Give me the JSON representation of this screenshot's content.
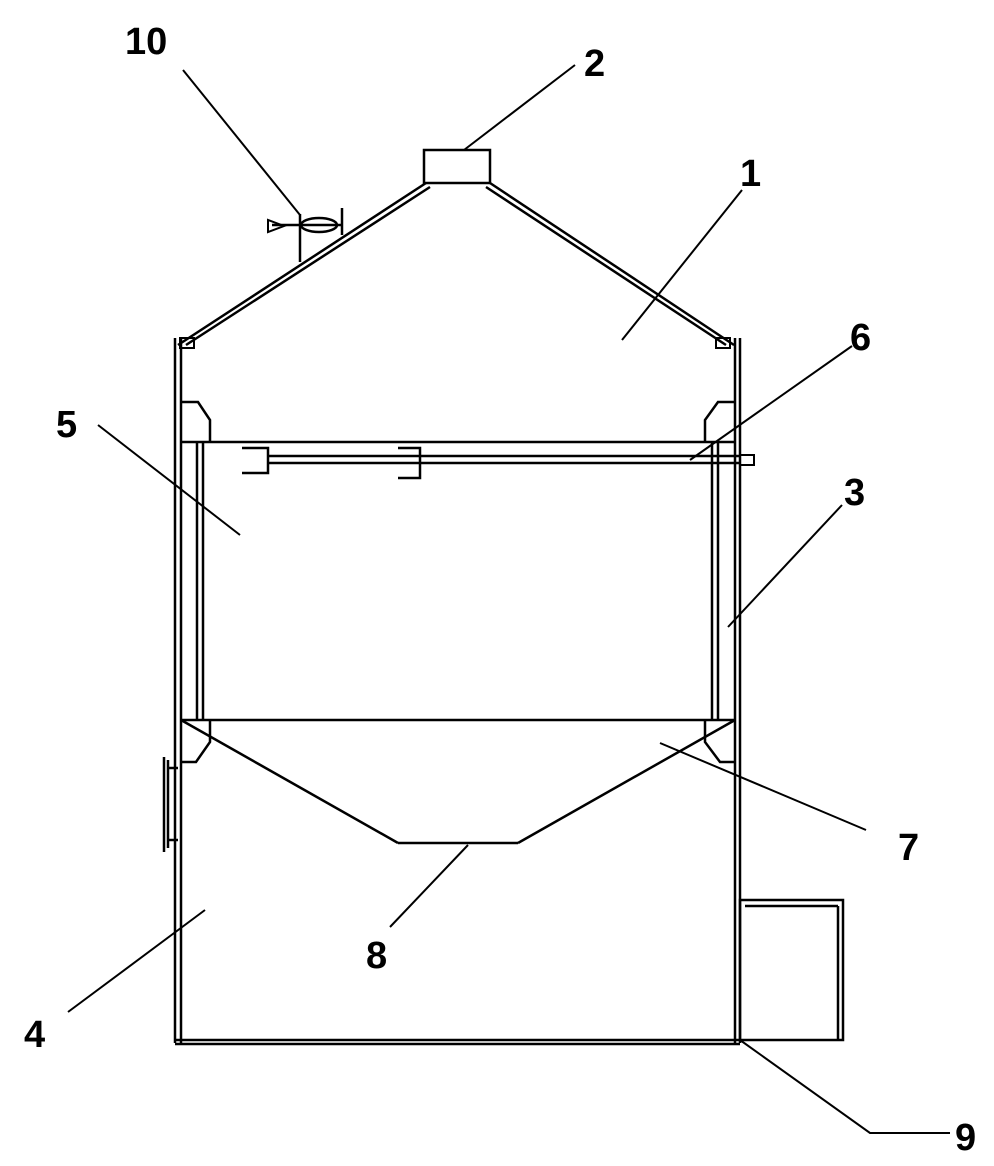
{
  "diagram": {
    "labels": {
      "l1": "1",
      "l2": "2",
      "l3": "3",
      "l4": "4",
      "l5": "5",
      "l6": "6",
      "l7": "7",
      "l8": "8",
      "l9": "9",
      "l10": "10"
    },
    "line_color": "#000000",
    "background": "#ffffff"
  }
}
